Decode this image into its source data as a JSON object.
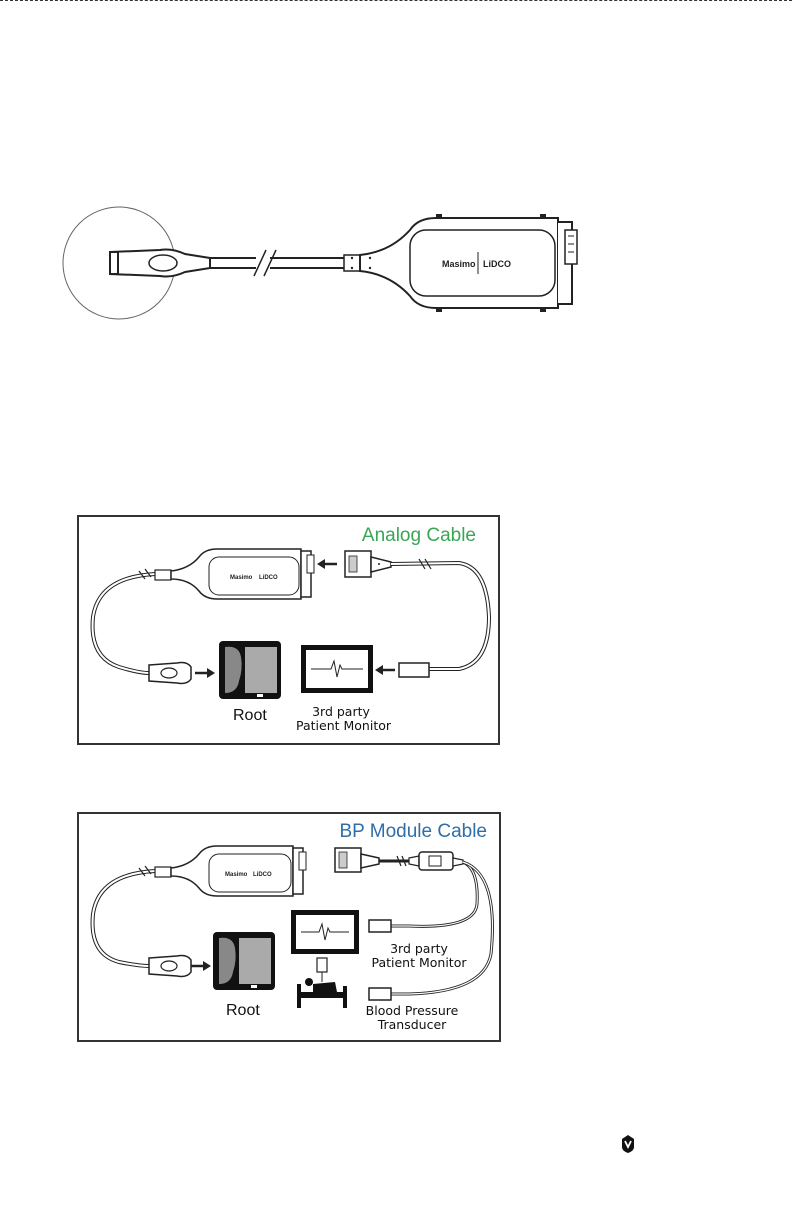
{
  "figure1": {
    "brand_masimo": "Masimo",
    "brand_lidco": "LiDCO"
  },
  "analog_panel": {
    "title": "Analog Cable",
    "root_label": "Root",
    "monitor_label_line1": "3rd party",
    "monitor_label_line2": "Patient Monitor"
  },
  "bp_panel": {
    "title": "BP Module Cable",
    "root_label": "Root",
    "monitor_label_line1": "3rd party",
    "monitor_label_line2": "Patient Monitor",
    "transducer_label_line1": "Blood Pressure",
    "transducer_label_line2": "Transducer"
  },
  "colors": {
    "analog_title": "#3aa655",
    "bp_title": "#2f6ea8",
    "line": "#333333"
  },
  "icons": [
    "masimo-logo-icon",
    "monitor-icon",
    "patient-bed-icon",
    "arrow-icon"
  ]
}
